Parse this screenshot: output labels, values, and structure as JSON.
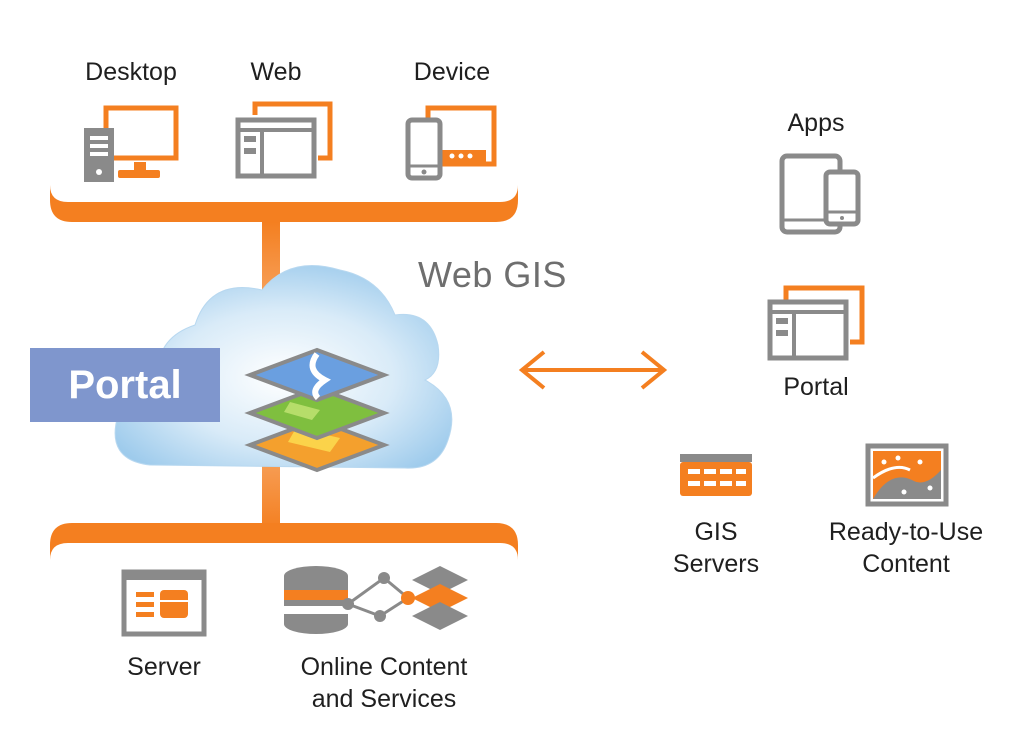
{
  "diagram": {
    "title": "Web GIS",
    "clients": [
      {
        "label": "Desktop",
        "icon": "desktop-icon"
      },
      {
        "label": "Web",
        "icon": "web-browser-icon"
      },
      {
        "label": "Device",
        "icon": "mobile-device-icon"
      }
    ],
    "portal_label": "Portal",
    "server_side": [
      {
        "label": "Server",
        "icon": "server-icon"
      },
      {
        "label_line1": "Online Content",
        "label_line2": "and Services",
        "icon": "online-content-icon"
      }
    ],
    "right_column": {
      "apps": {
        "label": "Apps",
        "icon": "apps-icon"
      },
      "portal": {
        "label": "Portal",
        "icon": "portal-icon"
      },
      "gis_servers": {
        "label_line1": "GIS",
        "label_line2": "Servers",
        "icon": "gis-server-icon"
      },
      "ready_content": {
        "label_line1": "Ready-to-Use",
        "label_line2": "Content",
        "icon": "map-content-icon"
      }
    },
    "colors": {
      "orange": "#f47f20",
      "gray": "#808080",
      "cloud_blue": "#b5d5ef",
      "portal_box": "#7f96cd"
    }
  }
}
